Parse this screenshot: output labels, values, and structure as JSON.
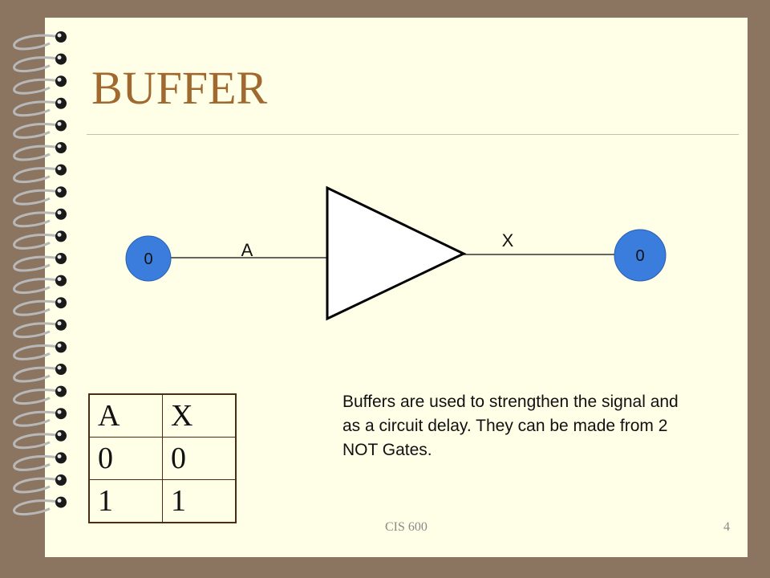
{
  "slide": {
    "title": "BUFFER",
    "footer_left": "CIS 600",
    "footer_right": "4"
  },
  "diagram": {
    "input_node_value": "0",
    "output_node_value": "0",
    "input_label": "A",
    "output_label": "X",
    "node_color": "#3a7ddc"
  },
  "truth_table": {
    "headers": [
      "A",
      "X"
    ],
    "rows": [
      [
        "0",
        "0"
      ],
      [
        "1",
        "1"
      ]
    ]
  },
  "description": "Buffers are used to strengthen the signal and as a circuit delay.  They can be made from 2 NOT Gates."
}
